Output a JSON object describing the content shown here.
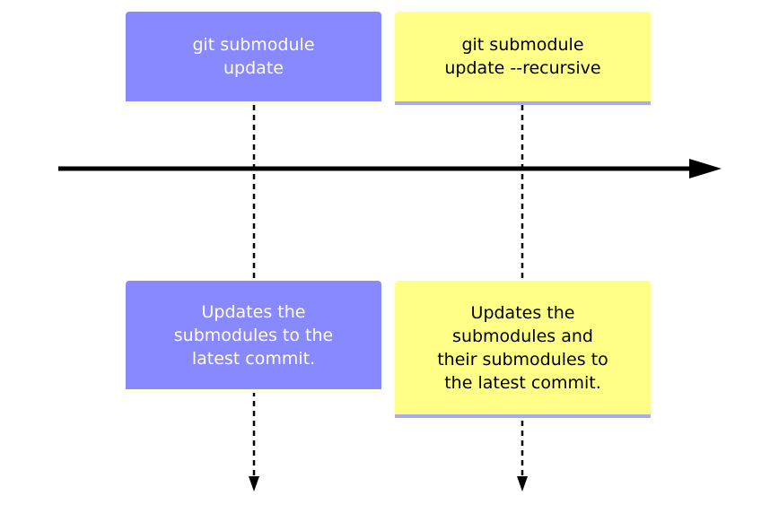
{
  "commands": {
    "left": {
      "label": "git submodule\nupdate",
      "color": "#8888ff"
    },
    "right": {
      "label": "git submodule\nupdate --recursive",
      "color": "#ffff88"
    }
  },
  "descriptions": {
    "left": {
      "text": "Updates the\nsubmodules to the\nlatest commit."
    },
    "right": {
      "text": "Updates the\nsubmodules and\ntheir submodules to\nthe latest commit."
    }
  },
  "colors": {
    "blue_box": "#8888ff",
    "yellow_box": "#ffff88",
    "line": "#000000"
  }
}
